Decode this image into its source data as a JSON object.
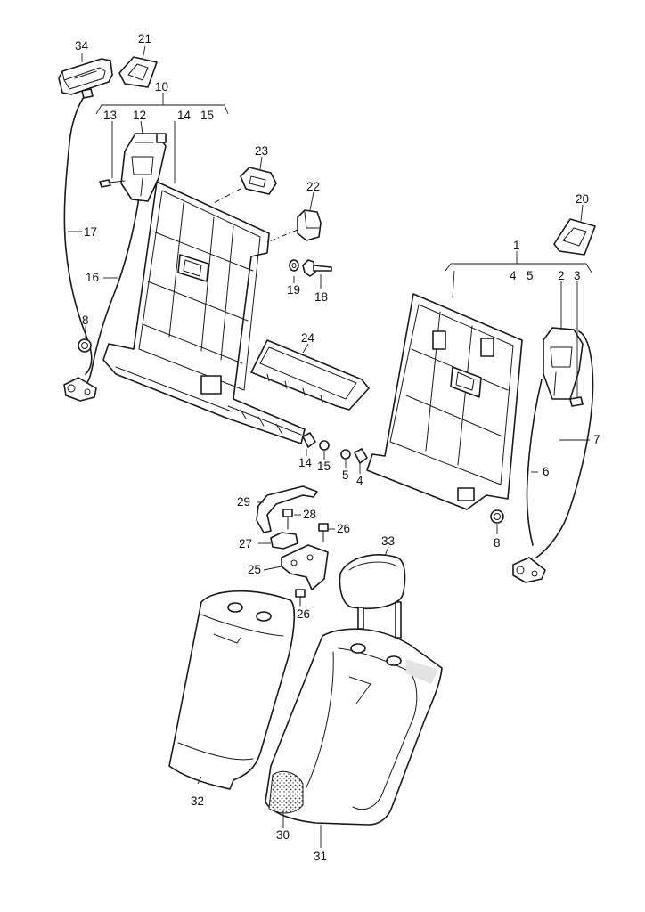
{
  "callouts": [
    {
      "id": "c34",
      "text": "34"
    },
    {
      "id": "c21",
      "text": "21"
    },
    {
      "id": "c10",
      "text": "10"
    },
    {
      "id": "c13",
      "text": "13"
    },
    {
      "id": "c12",
      "text": "12"
    },
    {
      "id": "c14a",
      "text": "14"
    },
    {
      "id": "c15a",
      "text": "15"
    },
    {
      "id": "c23",
      "text": "23"
    },
    {
      "id": "c22",
      "text": "22"
    },
    {
      "id": "c20",
      "text": "20"
    },
    {
      "id": "c17",
      "text": "17"
    },
    {
      "id": "c1",
      "text": "1"
    },
    {
      "id": "c4a",
      "text": "4"
    },
    {
      "id": "c5a",
      "text": "5"
    },
    {
      "id": "c2",
      "text": "2"
    },
    {
      "id": "c3",
      "text": "3"
    },
    {
      "id": "c16",
      "text": "16"
    },
    {
      "id": "c19",
      "text": "19"
    },
    {
      "id": "c18",
      "text": "18"
    },
    {
      "id": "c8a",
      "text": "8"
    },
    {
      "id": "c24",
      "text": "24"
    },
    {
      "id": "c7",
      "text": "7"
    },
    {
      "id": "c6",
      "text": "6"
    },
    {
      "id": "c14b",
      "text": "14"
    },
    {
      "id": "c15b",
      "text": "15"
    },
    {
      "id": "c5b",
      "text": "5"
    },
    {
      "id": "c4b",
      "text": "4"
    },
    {
      "id": "c29",
      "text": "29"
    },
    {
      "id": "c28",
      "text": "28"
    },
    {
      "id": "c26a",
      "text": "26"
    },
    {
      "id": "c8b",
      "text": "8"
    },
    {
      "id": "c27",
      "text": "27"
    },
    {
      "id": "c33",
      "text": "33"
    },
    {
      "id": "c25",
      "text": "25"
    },
    {
      "id": "c26b",
      "text": "26"
    },
    {
      "id": "c32",
      "text": "32"
    },
    {
      "id": "c30",
      "text": "30"
    },
    {
      "id": "c31",
      "text": "31"
    }
  ]
}
